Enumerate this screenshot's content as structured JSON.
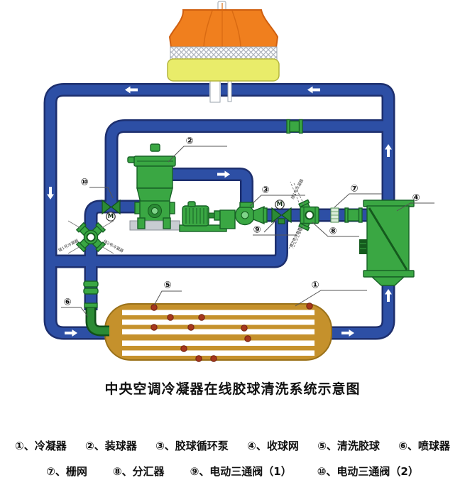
{
  "title": "中央空调冷凝器在线胶球清洗系统示意图",
  "legend": {
    "separator": "、",
    "row1": [
      {
        "num": "①",
        "name": "冷凝器"
      },
      {
        "num": "②",
        "name": "装球器"
      },
      {
        "num": "③",
        "name": "胶球循环泵"
      },
      {
        "num": "④",
        "name": "收球网"
      },
      {
        "num": "⑤",
        "name": "清洗胶球"
      },
      {
        "num": "⑥",
        "name": "喷球器"
      }
    ],
    "row2": [
      {
        "num": "⑦",
        "name": "栅网"
      },
      {
        "num": "⑧",
        "name": "分汇器"
      },
      {
        "num": "⑨",
        "name": "电动三通阀（1）"
      },
      {
        "num": "⑩",
        "name": "电动三通阀（2）"
      }
    ]
  },
  "diagram": {
    "callouts": {
      "c1": "①",
      "c2": "②",
      "c3": "③",
      "c4": "④",
      "c5": "⑤",
      "c6": "⑥",
      "c7": "⑦",
      "c8": "⑧",
      "c9": "⑨",
      "c10": "⑩"
    },
    "motor_valve_letter": "M",
    "branch_labels": {
      "left_manifold_a": "接1号冷凝器",
      "left_manifold_b": "接2号冷凝器",
      "right_manifold_a": "接1号冷凝器",
      "right_manifold_b": "接2号冷凝器"
    },
    "colors": {
      "pipe_blue": "#2d4fa5",
      "pipe_outline": "#1d2f6e",
      "equipment_green": "#3aa743",
      "equipment_outline": "#176226",
      "condenser_tan": "#c5912c",
      "ball_red": "#a5371c",
      "tower_orange": "#f07f1e",
      "tower_base_yellow": "#e9ec6a",
      "base_gray": "#c8ccd2"
    }
  }
}
